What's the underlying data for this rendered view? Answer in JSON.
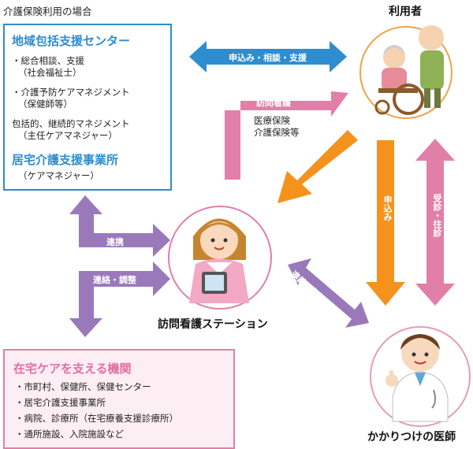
{
  "caption": "介護保険利用の場合",
  "box_blue": {
    "title1": "地域包括支援センター",
    "item1a": "・総合相談、支援",
    "item1b": "（社会福祉士）",
    "item2a": "・介護予防ケアマネジメント",
    "item2b": "（保健師等）",
    "item3a": "包括的、継続的マネジメント",
    "item3b": "（主任ケアマネジャー）",
    "title2": "居宅介護支援事業所",
    "item4": "（ケアマネジャー）"
  },
  "box_pink": {
    "title": "在宅ケアを支える機関",
    "items": [
      "・市町村、保健所、保健センター",
      "・居宅介護支援事業所",
      "・病院、診療所（在宅療養支援診療所）",
      "・通所施設、入院施設など"
    ]
  },
  "nodes": {
    "user": "利用者",
    "station": "訪問看護ステーション",
    "doctor": "かかりつけの医師"
  },
  "arrows": {
    "apply_consult": "申込み・相談・支援",
    "home_nursing": "訪問看護",
    "insurance1": "医療保険",
    "insurance2": "介護保険等",
    "apply_diag": "申込み",
    "apply_down": "申込み",
    "visit": "受診・往診",
    "cooperate": "連携",
    "contact": "連絡・調整",
    "report": "連絡・指示・報告"
  },
  "colors": {
    "blue": "#2d8dcf",
    "pink": "#e27fa9",
    "orange": "#f5921e",
    "purple": "#9a79ba"
  }
}
